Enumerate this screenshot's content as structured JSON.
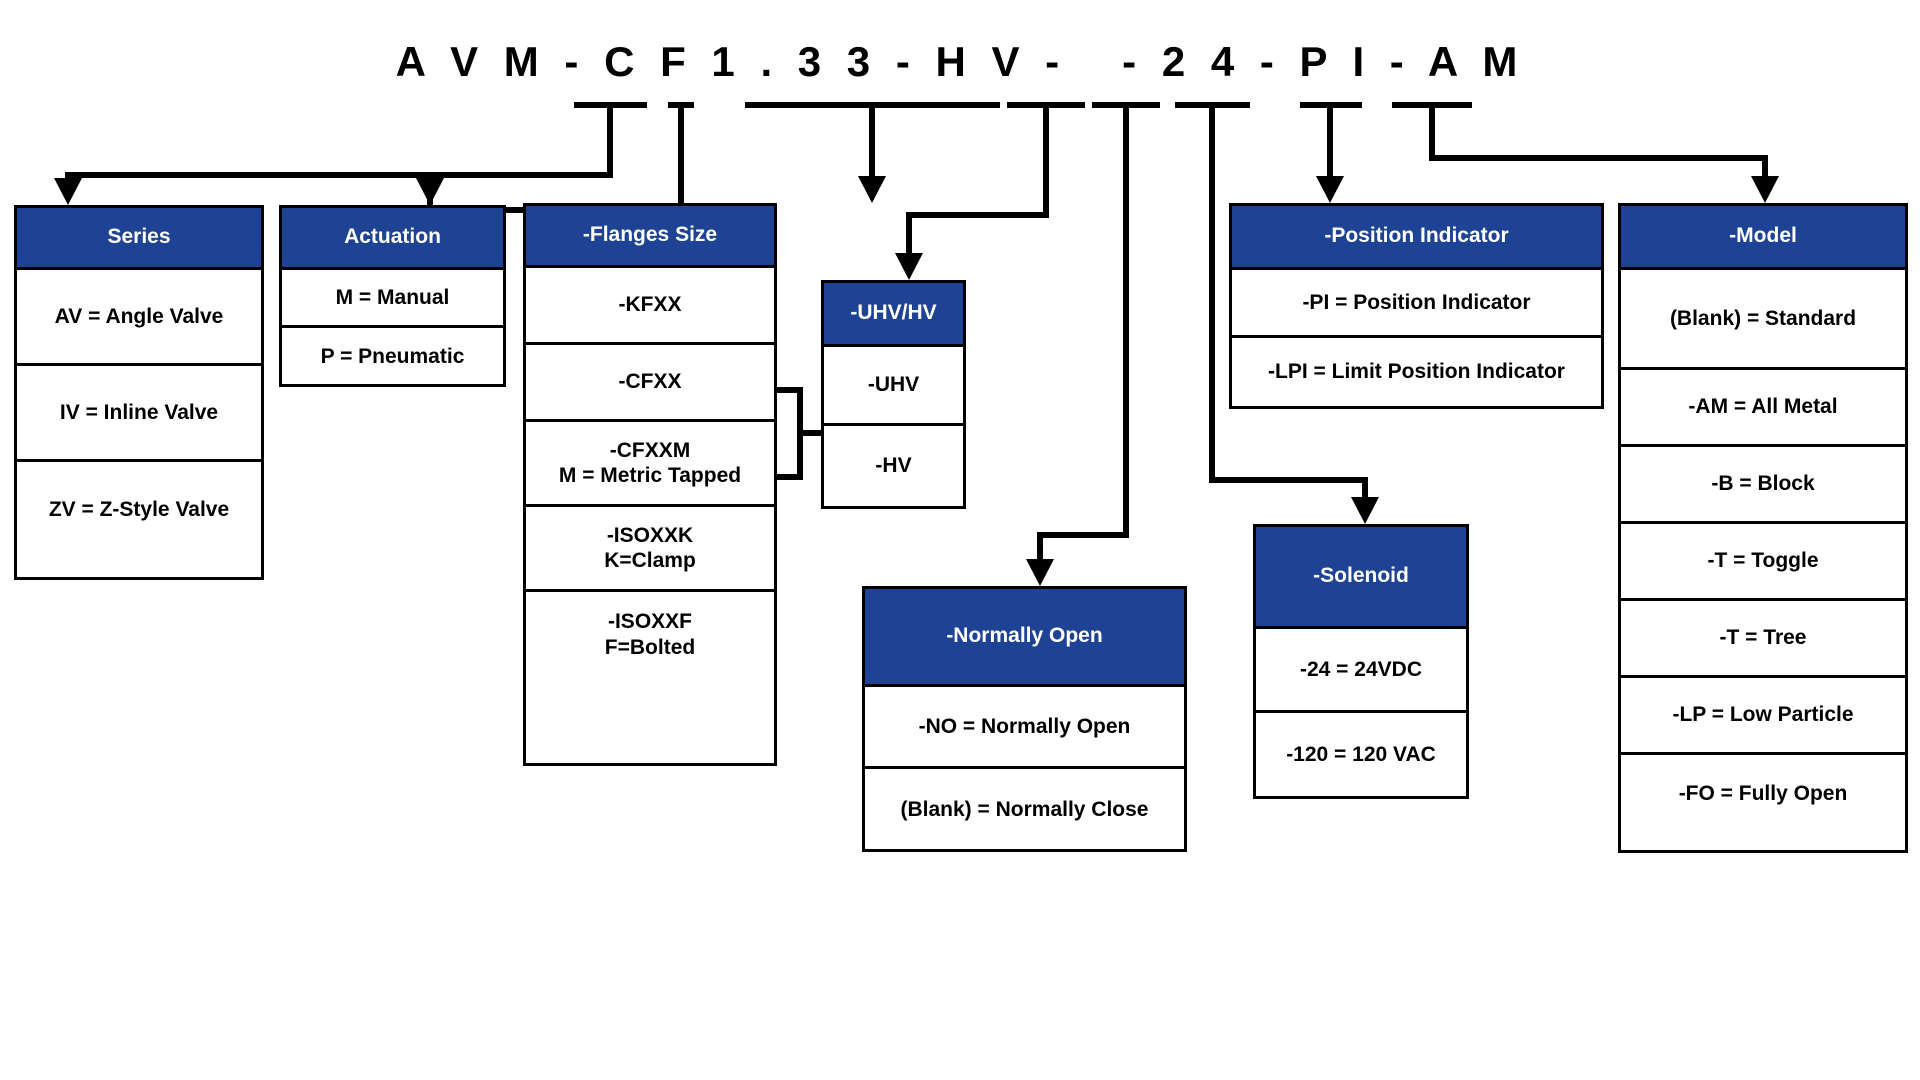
{
  "title": {
    "part_number": "A V M - C F 1 . 3 3 - H V -   - 2 4 - P I - A M"
  },
  "colors": {
    "header_blue": "#1f4394",
    "header_text": "#ffffff",
    "line": "#000000",
    "box_fill": "#ffffff"
  },
  "boxes": [
    {
      "key": "series",
      "header": "Series",
      "rows": [
        "AV = Angle Valve",
        "IV = Inline Valve",
        "ZV = Z-Style Valve"
      ]
    },
    {
      "key": "actuation",
      "header": "Actuation",
      "rows": [
        "M = Manual",
        "P = Pneumatic"
      ]
    },
    {
      "key": "flanges",
      "header": "-Flanges Size",
      "rows": [
        "-KFXX",
        "-CFXX",
        "-CFXXM\nM = Metric Tapped",
        "-ISOXXK\nK=Clamp",
        "-ISOXXF\nF=Bolted"
      ]
    },
    {
      "key": "uhvhv",
      "header": "-UHV/HV",
      "rows": [
        "-UHV",
        "-HV"
      ]
    },
    {
      "key": "normally_open",
      "header": "-Normally Open",
      "rows": [
        "-NO = Normally Open",
        "(Blank) = Normally Close"
      ]
    },
    {
      "key": "solenoid",
      "header": "-Solenoid",
      "rows": [
        "-24 = 24VDC",
        "-120 = 120 VAC"
      ]
    },
    {
      "key": "position_indicator",
      "header": "-Position Indicator",
      "rows": [
        "-PI = Position Indicator",
        "-LPI = Limit Position Indicator"
      ]
    },
    {
      "key": "model",
      "header": "-Model",
      "rows": [
        "(Blank) = Standard",
        "-AM = All Metal",
        "-B = Block",
        "-T = Toggle",
        "-T = Tree",
        "-LP = Low Particle",
        "-FO = Fully Open"
      ]
    }
  ]
}
